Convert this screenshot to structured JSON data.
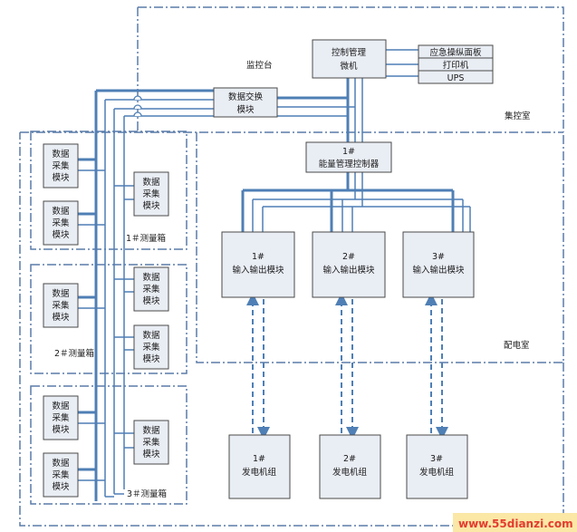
{
  "colors": {
    "bus": "#4f7fb5",
    "box_fill": "#e9edf4",
    "box_border": "#4a4a4a",
    "dashdot": "#5a7ca8",
    "watermark": "#e33c2f",
    "watermark_bg": "#fbe7a6"
  },
  "regions": {
    "jikong_label": "集控室",
    "jiankong_label": "监控台",
    "peidian_label": "配电室",
    "box1_label": "1＃测量箱",
    "box2_label": "2＃测量箱",
    "box3_label": "3＃测量箱"
  },
  "boxes": {
    "controller": [
      "控制管理",
      "微机"
    ],
    "emergency": [
      "应急操纵面板"
    ],
    "printer": [
      "打印机"
    ],
    "ups": [
      "UPS"
    ],
    "switch": [
      "数据交换",
      "模块"
    ],
    "energy": [
      "1#",
      "能量管理控制器"
    ],
    "io1": [
      "1#",
      "输入输出模块"
    ],
    "io2": [
      "2#",
      "输入输出模块"
    ],
    "io3": [
      "3#",
      "输入输出模块"
    ],
    "gen1": [
      "1#",
      "发电机组"
    ],
    "gen2": [
      "2#",
      "发电机组"
    ],
    "gen3": [
      "3#",
      "发电机组"
    ],
    "daq": [
      "数据",
      "采集",
      "模块"
    ]
  },
  "watermark": "www.55dianzi.com"
}
